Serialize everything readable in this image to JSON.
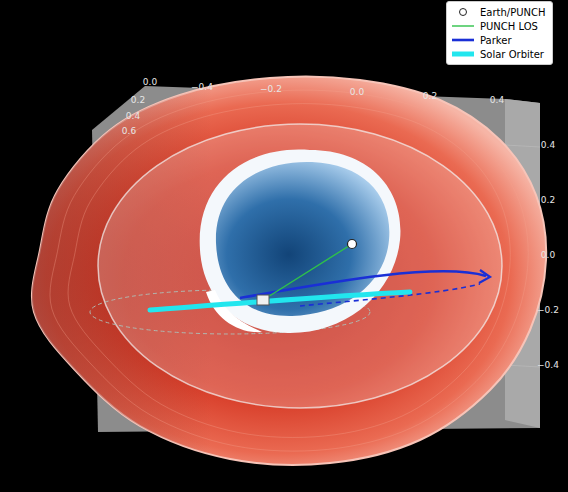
{
  "diagram": {
    "labels": [
      "0.0",
      "−0.4",
      "−0.2",
      "0.0",
      "0.2",
      "0.4",
      "0.2",
      "0.4",
      "0.6",
      "0.4",
      "0.2",
      "0.0",
      "−0.2",
      "−0.4"
    ],
    "legend": [
      {
        "text": "Earth/PUNCH"
      },
      {
        "text": "PUNCH LOS"
      },
      {
        "text": "Parker"
      },
      {
        "text": "Solar Orbiter"
      }
    ]
  }
}
